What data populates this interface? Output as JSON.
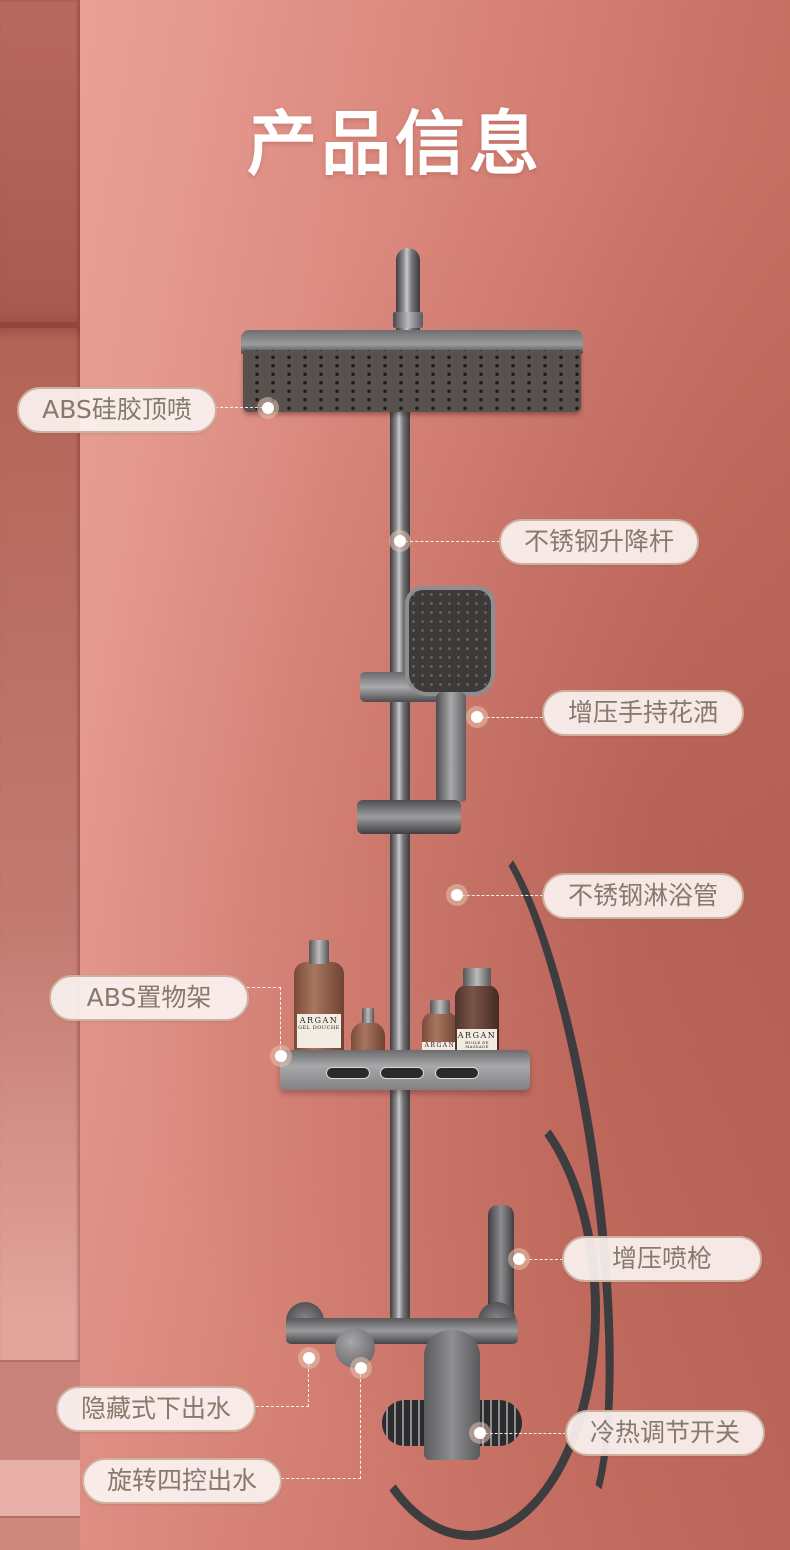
{
  "page": {
    "title": "产品信息"
  },
  "colors": {
    "wall_light": "#eaa49b",
    "wall_dark": "#bb665b",
    "label_bg": "#faf2f0",
    "label_border": "#cdb09e",
    "label_text": "#877a6c",
    "title_text": "#ffffff",
    "metal": "#8a8a8d"
  },
  "callouts": [
    {
      "id": "top-spray",
      "label": "ABS硅胶顶喷",
      "side": "left"
    },
    {
      "id": "lift-rod",
      "label": "不锈钢升降杆",
      "side": "right"
    },
    {
      "id": "handheld",
      "label": "增压手持花洒",
      "side": "right"
    },
    {
      "id": "shower-hose",
      "label": "不锈钢淋浴管",
      "side": "right"
    },
    {
      "id": "shelf",
      "label": "ABS置物架",
      "side": "left"
    },
    {
      "id": "spray-gun",
      "label": "增压喷枪",
      "side": "right"
    },
    {
      "id": "hidden-outlet",
      "label": "隐藏式下出水",
      "side": "left"
    },
    {
      "id": "rotary-control",
      "label": "旋转四控出水",
      "side": "left"
    },
    {
      "id": "temp-switch",
      "label": "冷热调节开关",
      "side": "right"
    }
  ],
  "product_labels": {
    "bottle_brand": "ARGAN",
    "bottle_1_sub": "GEL DOUCHE",
    "bottle_2_sub": "HUILE DE MASSAGE"
  }
}
